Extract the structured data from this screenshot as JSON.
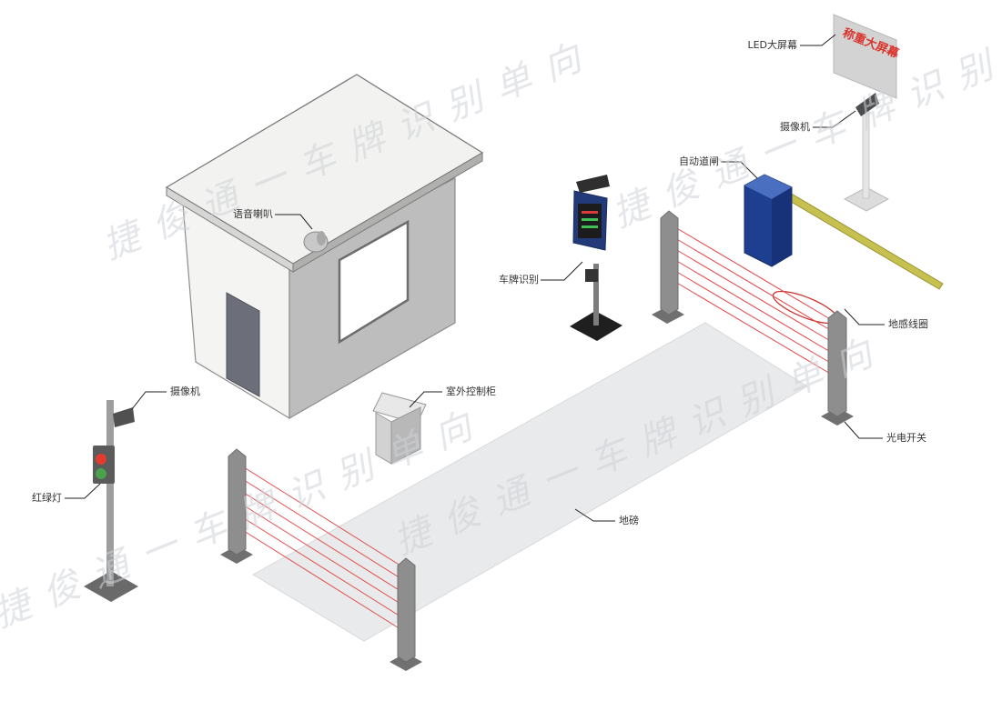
{
  "watermark": "捷俊通一车牌识别单向",
  "labels": {
    "led_screen": "LED大屏幕",
    "led_screen_text": "称重大屏幕",
    "camera_top": "摄像机",
    "auto_gate": "自动道闸",
    "voice_speaker": "语音喇叭",
    "plate_recognition": "车牌识别",
    "ground_loop": "地感线圈",
    "outdoor_cabinet": "室外控制柜",
    "camera_left": "摄像机",
    "photo_switch": "光电开关",
    "traffic_light": "红绿灯",
    "weighbridge": "地磅"
  },
  "colors": {
    "house_wall": "#bdbdbd",
    "house_roof": "#f2f2f0",
    "gate_body": "#1e3f8f",
    "barrier_arm": "#c6c050",
    "ir_beam": "#e14a4a",
    "platform": "#e9eaeb",
    "post": "#8e8e8e"
  }
}
